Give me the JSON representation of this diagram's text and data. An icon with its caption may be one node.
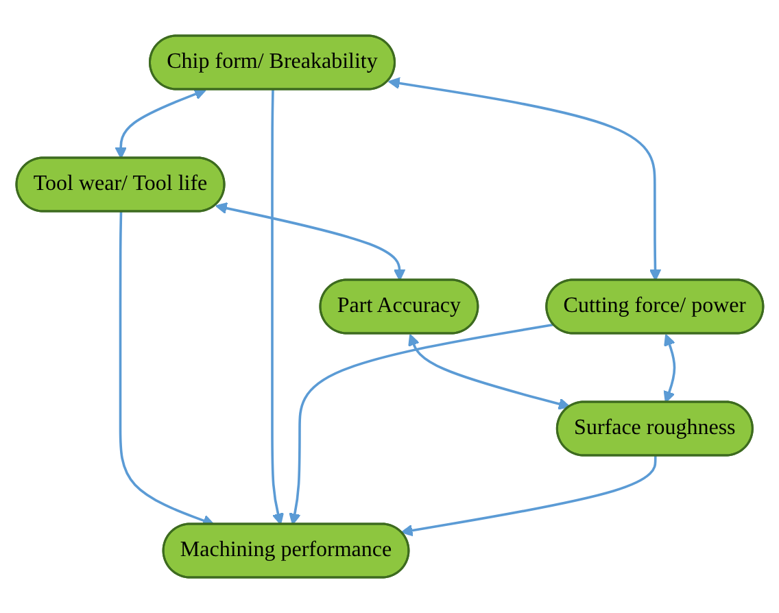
{
  "diagram": {
    "nodes": [
      {
        "text": [
          "Tool wear/ Tool life"
        ]
      },
      {
        "text": [
          "Chip form/ Breakability"
        ]
      },
      {
        "text": [
          "Part Accuracy"
        ]
      },
      {
        "text": [
          "Machining performance"
        ]
      },
      {
        "text": [
          "Cutting force/ power"
        ]
      },
      {
        "text": [
          "Surface roughness"
        ]
      }
    ],
    "edges": [
      {
        "from": 1,
        "to": 0,
        "arrow": "both"
      },
      {
        "from": 0,
        "to": 2,
        "arrow": "both"
      },
      {
        "from": 0,
        "to": 3,
        "arrow": "to"
      },
      {
        "from": 1,
        "to": 3,
        "arrow": "to"
      },
      {
        "from": 1,
        "to": 4,
        "arrow": "both"
      },
      {
        "from": 4,
        "to": 3,
        "arrow": "to"
      },
      {
        "from": 5,
        "to": 3,
        "arrow": "to"
      },
      {
        "from": 2,
        "to": 5,
        "arrow": "both"
      },
      {
        "from": 4,
        "to": 5,
        "arrow": "both"
      }
    ]
  }
}
